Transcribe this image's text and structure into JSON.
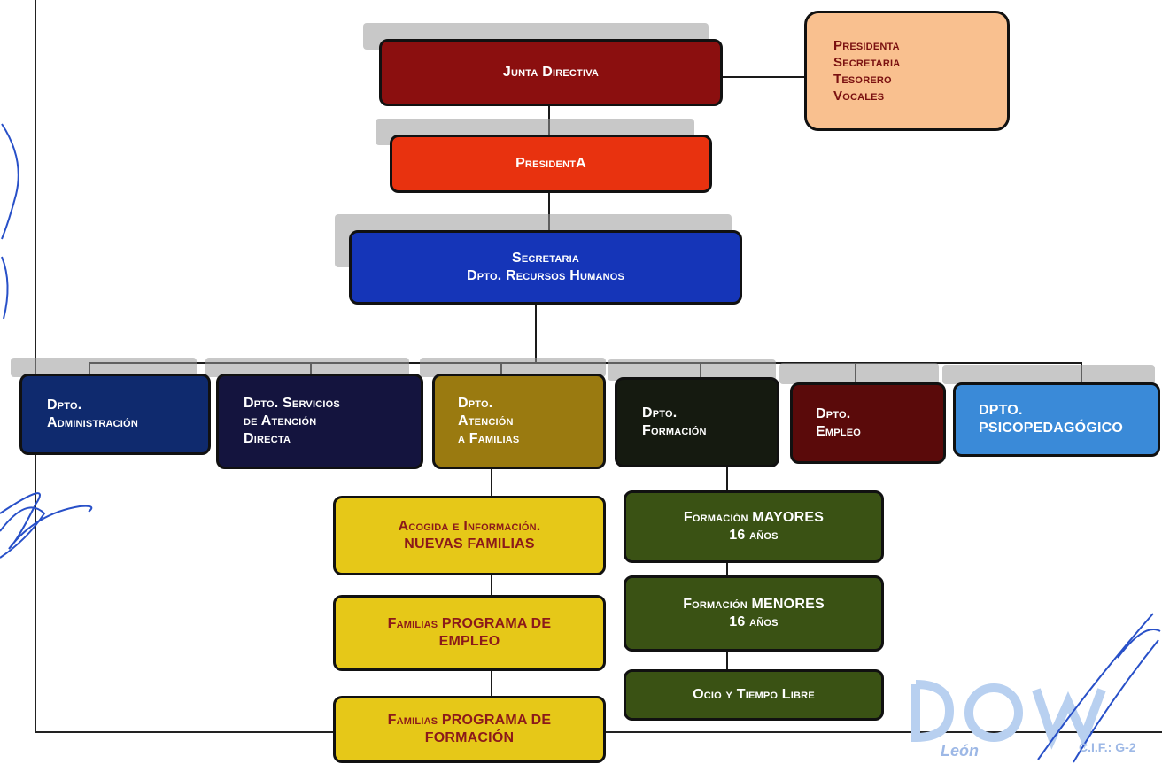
{
  "colors": {
    "junta": "#8b0f0f",
    "presidenta": "#e8320f",
    "secretaria": "#1535b8",
    "administracion": "#0f2a6e",
    "servicios": "#14143e",
    "familias": "#9a7a10",
    "formacion": "#151a10",
    "empleo": "#5a0a0a",
    "psicopedagogico": "#3a8ad8",
    "familias_sub": "#e6c818",
    "formacion_sub": "#3a5214",
    "members": "#f9c08f"
  },
  "top": {
    "junta": "Junta Directiva",
    "presidenta": "PresidentA",
    "secretaria": [
      "Secretaria",
      "Dpto. Recursos Humanos"
    ]
  },
  "members": [
    "Presidenta",
    "Secretaria",
    "Tesorero",
    "Vocales"
  ],
  "departments": [
    {
      "lines": [
        "Dpto.",
        "Administración"
      ]
    },
    {
      "lines": [
        "Dpto. Servicios",
        "de Atención",
        "Directa"
      ]
    },
    {
      "lines": [
        "Dpto.",
        "Atención",
        "a Familias"
      ]
    },
    {
      "lines": [
        "Dpto.",
        "Formación"
      ]
    },
    {
      "lines": [
        "Dpto.",
        "Empleo"
      ]
    },
    {
      "lines": [
        "DPTO.",
        "PSICOPEDAGÓGICO"
      ]
    }
  ],
  "familias_sub": [
    {
      "lines": [
        "Acogida e Información.",
        "NUEVAS FAMILIAS"
      ]
    },
    {
      "lines": [
        "Familias PROGRAMA DE",
        "EMPLEO"
      ]
    },
    {
      "lines": [
        "Familias PROGRAMA DE",
        "FORMACIÓN"
      ]
    }
  ],
  "formacion_sub": [
    {
      "lines": [
        "Formación MAYORES",
        "16 años"
      ]
    },
    {
      "lines": [
        "Formación MENORES",
        "16 años"
      ]
    },
    {
      "lines": [
        "Ocio y Tiempo Libre"
      ]
    }
  ],
  "stamp": {
    "line1": "León",
    "line2": "C.I.F.: G-2"
  }
}
